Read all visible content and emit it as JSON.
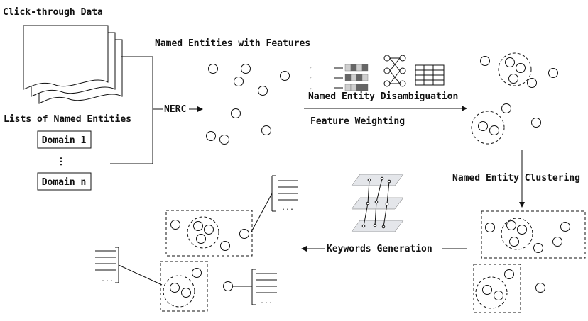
{
  "labels": {
    "click_through_data": "Click-through Data",
    "named_entities_with_features": "Named Entities with Features",
    "lists_of_named_entities": "Lists of Named Entities",
    "domain_1": "Domain 1",
    "vertical_dots": "⋮",
    "domain_n": "Domain n",
    "nerc": "NERC",
    "named_entity_disambiguation": "Named Entity Disambiguation",
    "feature_weighting": "Feature Weighting",
    "named_entity_clustering": "Named Entity Clustering",
    "keywords_generation": "Keywords Generation",
    "list_ellipsis": "..."
  },
  "colors": {
    "stroke": "#111111",
    "background": "#ffffff",
    "bar_dark": "#666666",
    "bar_light": "#cfcfcf",
    "plane_fill": "#e4e6ea"
  }
}
